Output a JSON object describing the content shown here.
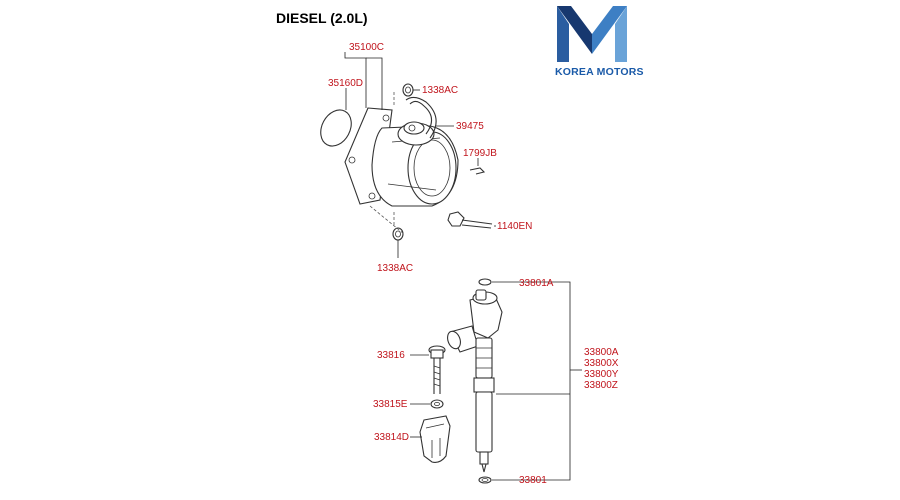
{
  "title": "DIESEL (2.0L)",
  "brand": {
    "name": "KOREA MOTORS",
    "logo_icon": "km-chevron-logo",
    "colors": {
      "dark": "#17386f",
      "light": "#3d7fc4",
      "text": "#1a5aa8"
    }
  },
  "label_color": "#c0141c",
  "callouts": {
    "egr_assembly": "35100C",
    "gasket": "35160D",
    "nut_top": "1338AC",
    "hose": "39475",
    "clip": "1799JB",
    "bolt": "1140EN",
    "nut_bottom": "1338AC",
    "oring_top": "33801A",
    "injector_a": "33800A",
    "injector_x": "33800X",
    "injector_y": "33800Y",
    "injector_z": "33800Z",
    "clamp_bolt": "33816",
    "washer": "33815E",
    "clamp": "33814D",
    "seal_bottom": "33801"
  }
}
